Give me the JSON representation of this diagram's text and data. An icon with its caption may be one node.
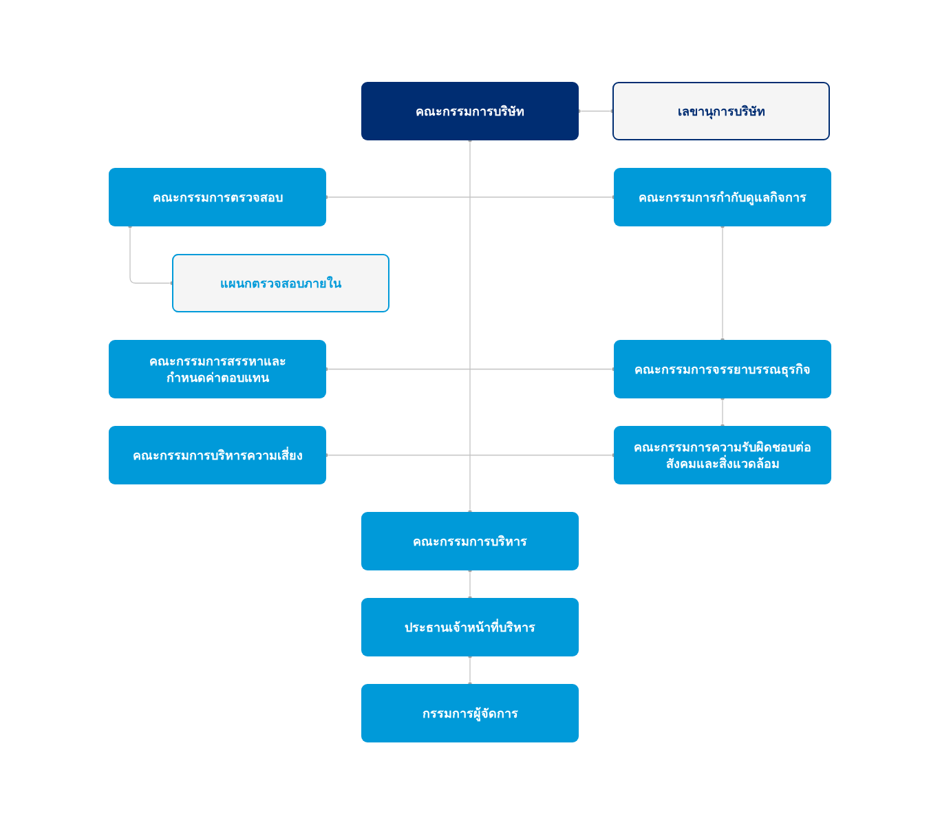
{
  "diagram": {
    "nodes": [
      {
        "text": [
          "คณะกรรมการบริษัท"
        ]
      },
      {
        "text": [
          "เลขานุการบริษัท"
        ]
      },
      {
        "text": [
          "คณะกรรมการตรวจสอบ"
        ]
      },
      {
        "text": [
          "คณะกรรมการกำกับดูแลกิจการ"
        ]
      },
      {
        "text": [
          "แผนกตรวจสอบภายใน"
        ]
      },
      {
        "text": [
          "คณะกรรมการสรรหาและกำหนดค่าตอบแทน"
        ]
      },
      {
        "text": [
          "คณะกรรมการจรรยาบรรณธุรกิจ"
        ]
      },
      {
        "text": [
          "คณะกรรมการบริหารความเสี่ยง"
        ]
      },
      {
        "text": [
          "คณะกรรมการความรับผิดชอบต่อสังคมและสิ่งแวดล้อม"
        ]
      },
      {
        "text": [
          "คณะกรรมการบริหาร"
        ]
      },
      {
        "text": [
          "ประธานเจ้าหน้าที่บริหาร"
        ]
      },
      {
        "text": [
          "กรรมการผู้จัดการ"
        ]
      }
    ],
    "edges": [
      {
        "from": 0,
        "to": 1,
        "arrow": "other"
      },
      {
        "from": 0,
        "to": 9,
        "arrow": "other"
      },
      {
        "from": 2,
        "to": 3,
        "arrow": "other"
      },
      {
        "from": 2,
        "to": 4,
        "arrow": "other"
      },
      {
        "from": 3,
        "to": 6,
        "arrow": "other"
      },
      {
        "from": 5,
        "to": 6,
        "arrow": "other"
      },
      {
        "from": 6,
        "to": 8,
        "arrow": "other"
      },
      {
        "from": 7,
        "to": 8,
        "arrow": "other"
      },
      {
        "from": 9,
        "to": 10,
        "arrow": "other"
      },
      {
        "from": 10,
        "to": 11,
        "arrow": "other"
      }
    ]
  }
}
